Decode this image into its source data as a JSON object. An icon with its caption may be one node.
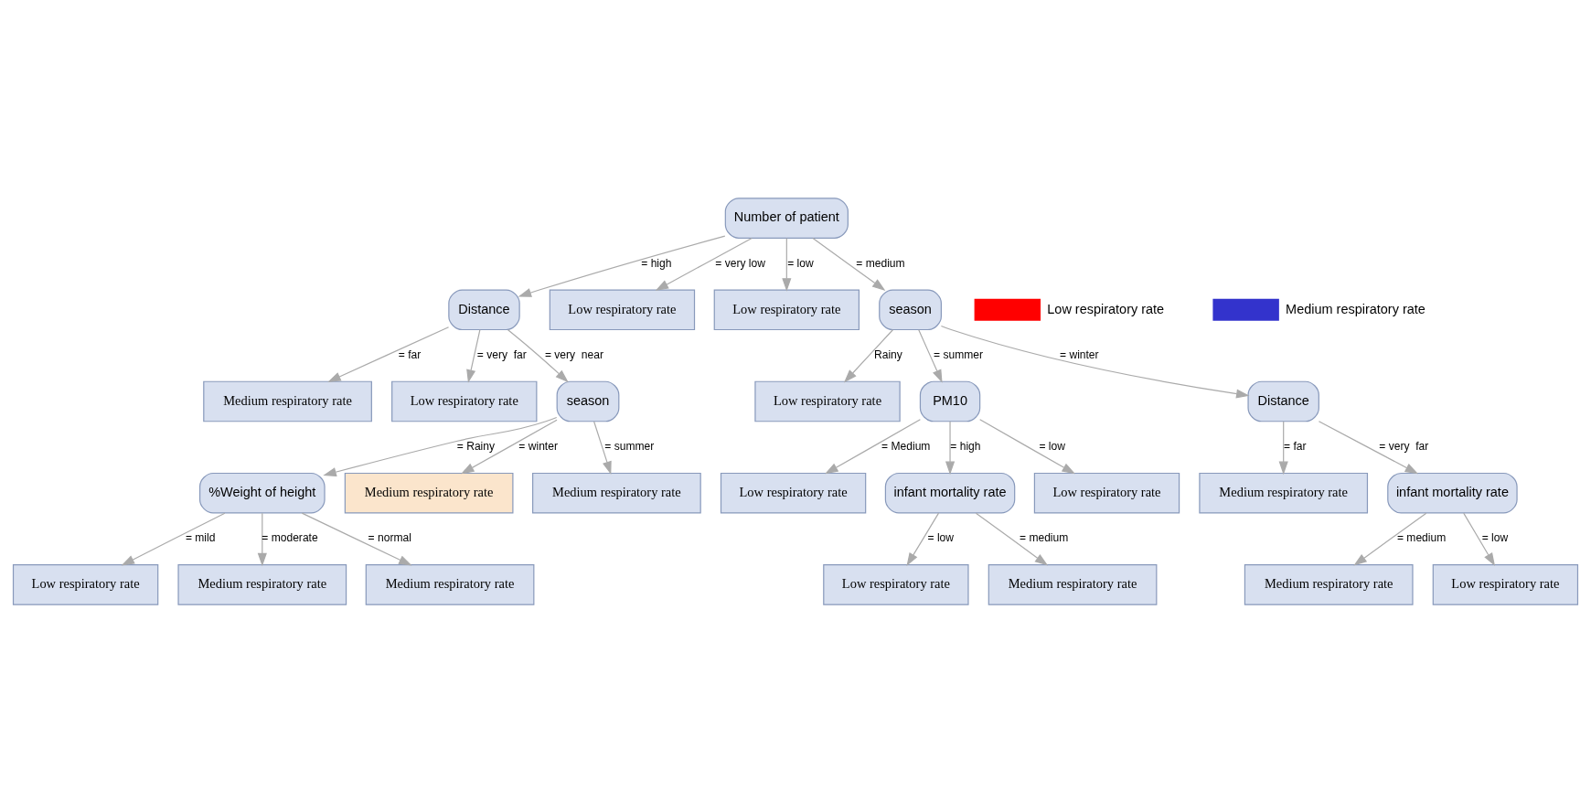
{
  "diagram": {
    "nodes": [
      {
        "text": [
          "Number of patient"
        ]
      },
      {
        "text": [
          "Distance"
        ]
      },
      {
        "text": [
          "Low respiratory rate"
        ]
      },
      {
        "text": [
          "Low respiratory rate"
        ]
      },
      {
        "text": [
          "season"
        ]
      },
      {
        "text": [
          "Medium respiratory rate"
        ]
      },
      {
        "text": [
          "Low respiratory rate"
        ]
      },
      {
        "text": [
          "season"
        ]
      },
      {
        "text": [
          "%Weight of height"
        ]
      },
      {
        "text": [
          "Medium respiratory rate"
        ]
      },
      {
        "text": [
          "Medium respiratory rate"
        ]
      },
      {
        "text": [
          "Low respiratory rate"
        ]
      },
      {
        "text": [
          "Medium respiratory rate"
        ]
      },
      {
        "text": [
          "Medium respiratory rate"
        ]
      },
      {
        "text": [
          "Low respiratory rate"
        ]
      },
      {
        "text": [
          "PM10"
        ]
      },
      {
        "text": [
          "Distance"
        ]
      },
      {
        "text": [
          "Low respiratory rate"
        ]
      },
      {
        "text": [
          "infant mortality rate"
        ]
      },
      {
        "text": [
          "Low respiratory rate"
        ]
      },
      {
        "text": [
          "Low respiratory rate"
        ]
      },
      {
        "text": [
          "Medium respiratory rate"
        ]
      },
      {
        "text": [
          "Medium respiratory rate"
        ]
      },
      {
        "text": [
          "infant mortality rate"
        ]
      },
      {
        "text": [
          "Medium respiratory rate"
        ]
      },
      {
        "text": [
          "Low respiratory rate"
        ]
      }
    ],
    "edges": [
      {
        "from": 0,
        "to": 1,
        "arrow": "to",
        "label": "= high"
      },
      {
        "from": 0,
        "to": 2,
        "arrow": "to",
        "label": "= very low"
      },
      {
        "from": 0,
        "to": 3,
        "arrow": "to",
        "label": "= low"
      },
      {
        "from": 0,
        "to": 4,
        "arrow": "to",
        "label": "= medium"
      },
      {
        "from": 1,
        "to": 5,
        "arrow": "to",
        "label": "= far"
      },
      {
        "from": 1,
        "to": 6,
        "arrow": "to",
        "label": "= very  far"
      },
      {
        "from": 1,
        "to": 7,
        "arrow": "to",
        "label": "= very  near"
      },
      {
        "from": 7,
        "to": 8,
        "arrow": "to",
        "label": "= Rainy"
      },
      {
        "from": 7,
        "to": 10,
        "arrow": "to",
        "label": "= summer"
      },
      {
        "from": 7,
        "to": 9,
        "arrow": "to",
        "label": "= winter"
      },
      {
        "from": 8,
        "to": 11,
        "arrow": "to",
        "label": "= mild"
      },
      {
        "from": 8,
        "to": 12,
        "arrow": "to",
        "label": "= moderate"
      },
      {
        "from": 8,
        "to": 13,
        "arrow": "to",
        "label": "= normal"
      },
      {
        "from": 4,
        "to": 14,
        "arrow": "to",
        "label": "Rainy"
      },
      {
        "from": 4,
        "to": 15,
        "arrow": "to",
        "label": "= summer"
      },
      {
        "from": 4,
        "to": 16,
        "arrow": "to",
        "label": "= winter"
      },
      {
        "from": 15,
        "to": 17,
        "arrow": "to",
        "label": "= Medium"
      },
      {
        "from": 15,
        "to": 18,
        "arrow": "to",
        "label": "= high"
      },
      {
        "from": 15,
        "to": 19,
        "arrow": "to",
        "label": "= low"
      },
      {
        "from": 18,
        "to": 20,
        "arrow": "to",
        "label": "= low"
      },
      {
        "from": 18,
        "to": 21,
        "arrow": "to",
        "label": "= medium"
      },
      {
        "from": 16,
        "to": 22,
        "arrow": "to",
        "label": "= far"
      },
      {
        "from": 16,
        "to": 23,
        "arrow": "to",
        "label": "= very  far"
      },
      {
        "from": 23,
        "to": 25,
        "arrow": "to",
        "label": "= low"
      },
      {
        "from": 23,
        "to": 24,
        "arrow": "to",
        "label": "= medium"
      }
    ],
    "legend": [
      {
        "text": "Low respiratory rate",
        "color": "#ff0000"
      },
      {
        "text": "Medium respiratory rate",
        "color": "#3333cc"
      }
    ]
  }
}
